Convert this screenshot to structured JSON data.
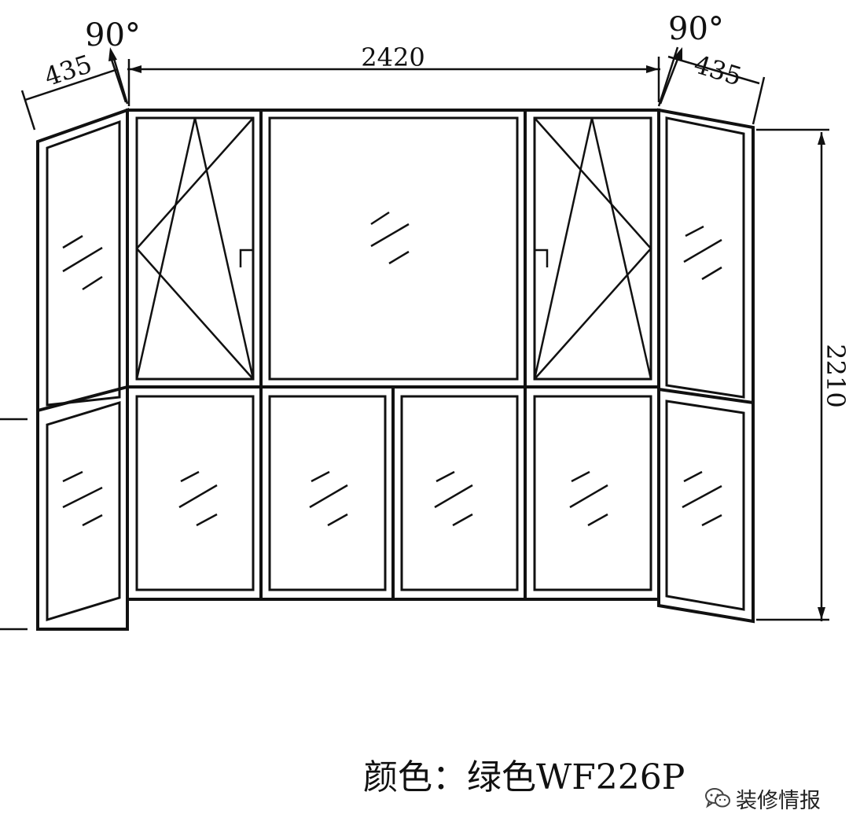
{
  "dimensions": {
    "left_side_width": "435",
    "right_side_width": "435",
    "front_width": "2420",
    "height": "2210",
    "left_angle": "90°",
    "right_angle": "90°"
  },
  "caption": {
    "label": "颜色：绿色WF226P"
  },
  "watermark": {
    "text": "装修情报",
    "icon": "wechat-icon"
  }
}
